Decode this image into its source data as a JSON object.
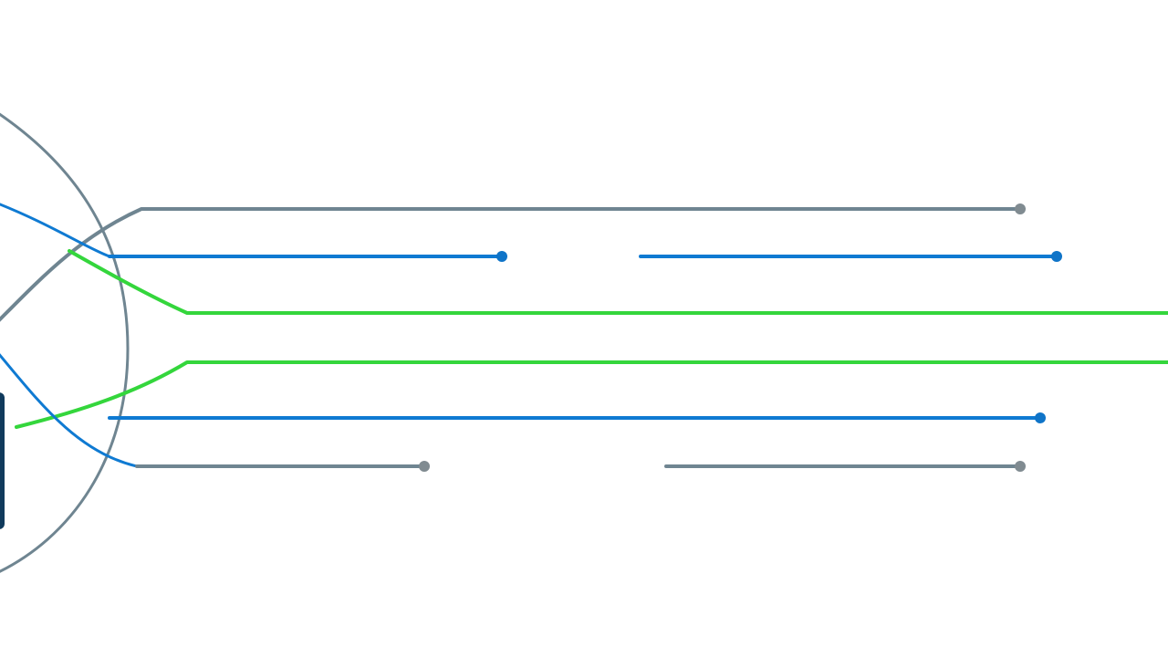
{
  "colors": {
    "background": "#ffffff",
    "gray": "#6f8591",
    "blue": "#0f7ad2",
    "green": "#34d63c",
    "dark_block": "#103a5c",
    "endpoint_gray": "#808b91",
    "endpoint_blue": "#0f74c8"
  },
  "diagram": {
    "type": "connector-lines",
    "lanes": [
      {
        "name": "gray-top",
        "color": "gray",
        "endpoints": 1
      },
      {
        "name": "blue-upper",
        "color": "blue",
        "segments": 2,
        "endpoints": 2
      },
      {
        "name": "green-upper",
        "color": "green",
        "continues_off_page": true
      },
      {
        "name": "green-lower",
        "color": "green",
        "continues_off_page": true
      },
      {
        "name": "blue-lower",
        "color": "blue",
        "endpoints": 1
      },
      {
        "name": "gray-bottom",
        "color": "gray",
        "segments": 2,
        "endpoints": 2
      }
    ]
  }
}
